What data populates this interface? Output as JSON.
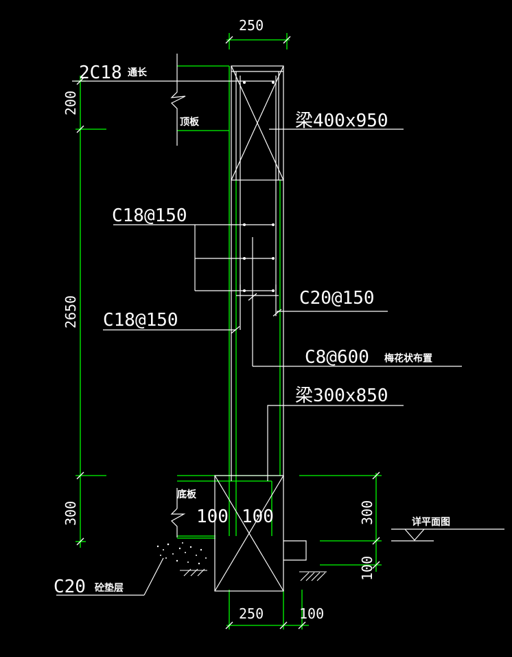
{
  "colors": {
    "background": "#000000",
    "dimension": "#00ff00",
    "outline": "#ffffff",
    "text": "#ffffff",
    "ground": "#ffffff"
  },
  "dimensions": {
    "top_width": "250",
    "left_200": "200",
    "left_2650": "2650",
    "left_300": "300",
    "right_300": "300",
    "right_100": "100",
    "bottom_250": "250",
    "bottom_100": "100",
    "inner_100_a": "100",
    "inner_100_b": "100"
  },
  "labels": {
    "rebar_top": "2C18",
    "rebar_top_note": "通长",
    "top_slab": "顶板",
    "beam_top": "梁400x950",
    "rebar_left_1": "C18@150",
    "rebar_left_2": "C18@150",
    "rebar_right": "C20@150",
    "tie_bar": "C8@600",
    "tie_note": "梅花状布置",
    "beam_bottom": "梁300x850",
    "bottom_slab": "底板",
    "ground_level": "详平面图",
    "cushion": "C20",
    "cushion_note": "砼垫层"
  }
}
